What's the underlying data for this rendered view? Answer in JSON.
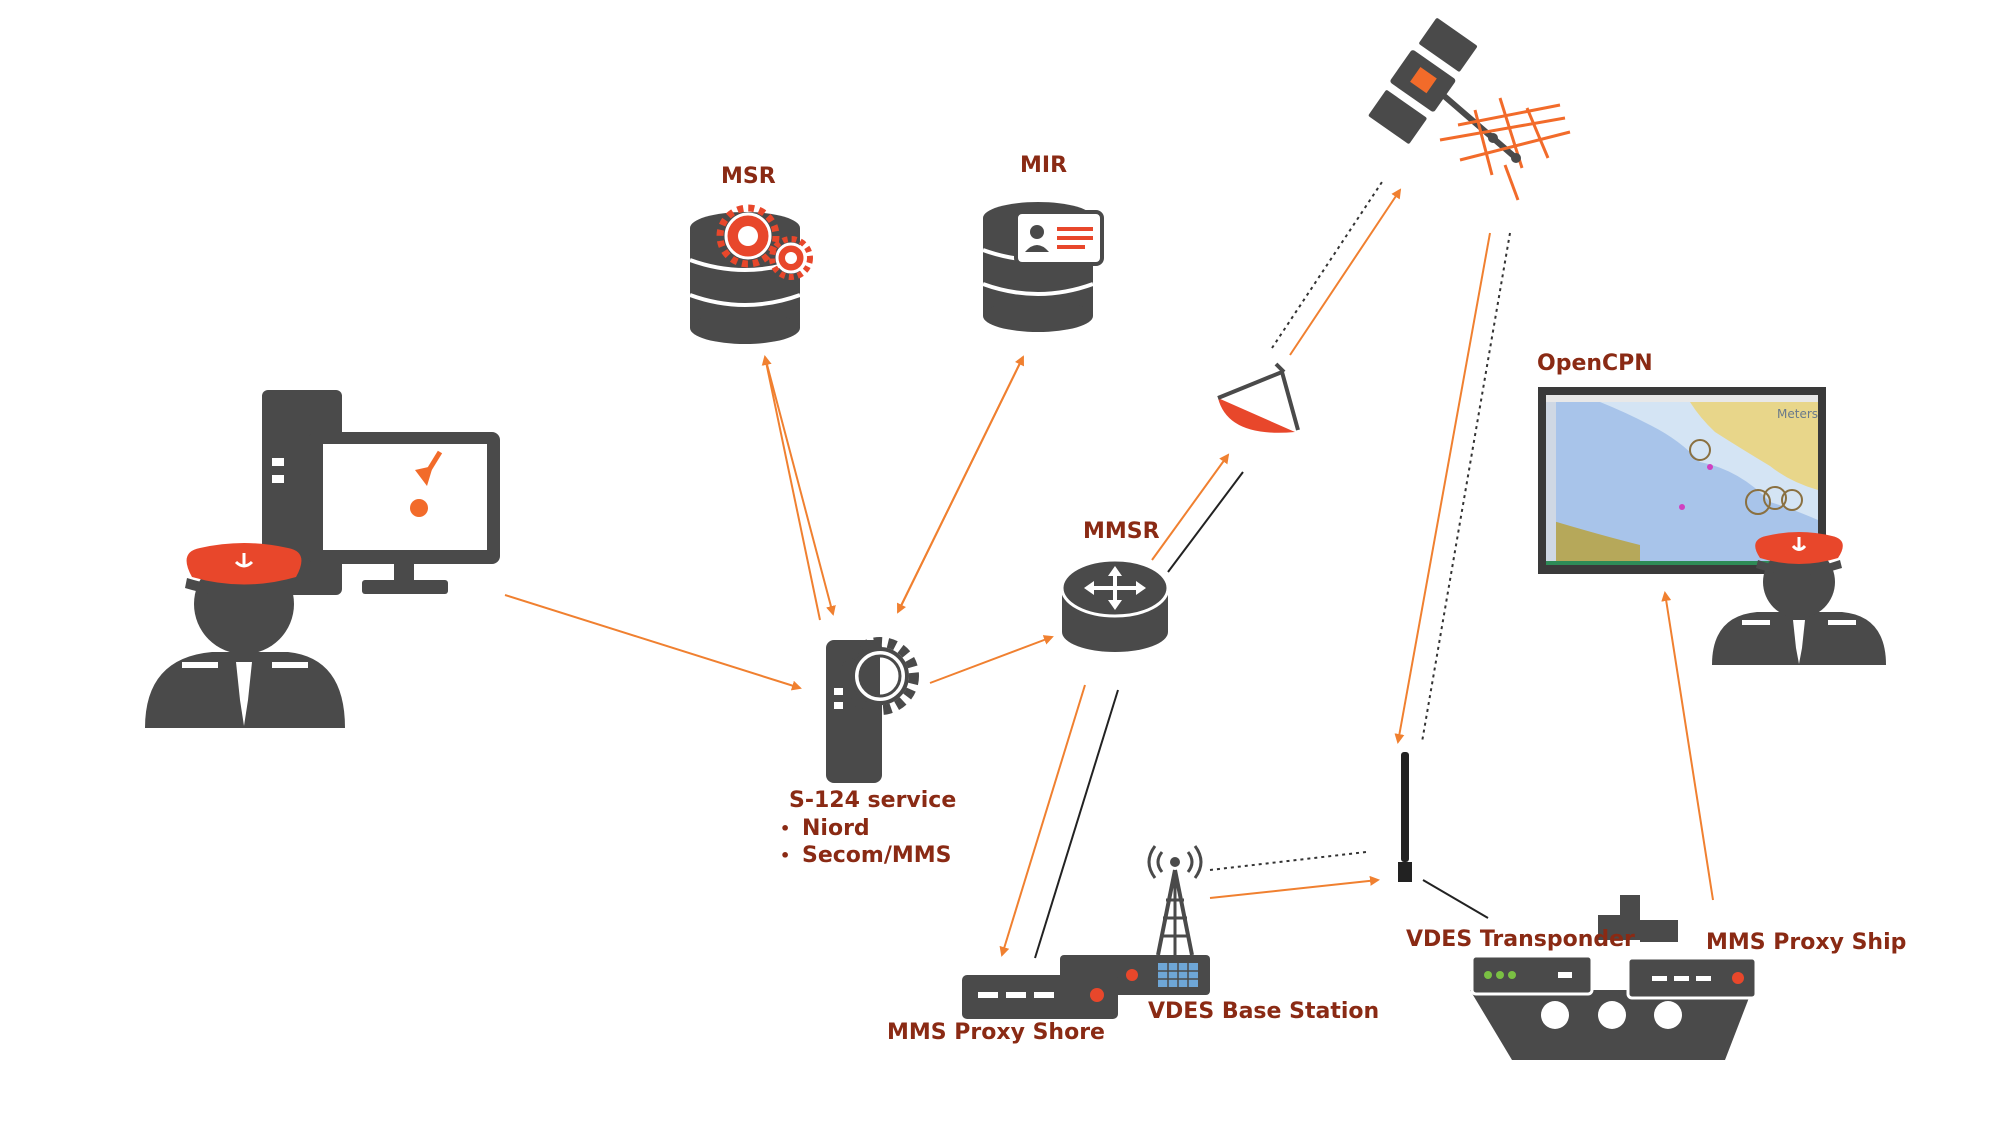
{
  "labels": {
    "msr": "MSR",
    "mir": "MIR",
    "mmsr": "MMSR",
    "opencpn": "OpenCPN",
    "s124": "S-124 service",
    "s124_items": [
      "Niord",
      "Secom/MMS"
    ],
    "mms_proxy_shore": "MMS Proxy Shore",
    "vdes_base_station": "VDES Base Station",
    "vdes_transponder": "VDES Transponder",
    "mms_proxy_ship": "MMS Proxy Ship"
  },
  "chart_screen": {
    "corner_text": "Meters"
  },
  "colors": {
    "dark": "#4a4a4a",
    "accent": "#f26b2a",
    "red": "#e8472b",
    "label": "#8a2a14",
    "link_orange": "#f08030",
    "link_black": "#222222"
  },
  "icons": [
    "operator-computer-icon",
    "officer-icon",
    "database-gears-icon",
    "database-id-card-icon",
    "server-gear-icon",
    "router-icon",
    "satellite-dish-icon",
    "satellite-icon",
    "radio-tower-icon",
    "network-box-icon",
    "antenna-icon",
    "ship-icon",
    "chart-display-icon"
  ]
}
